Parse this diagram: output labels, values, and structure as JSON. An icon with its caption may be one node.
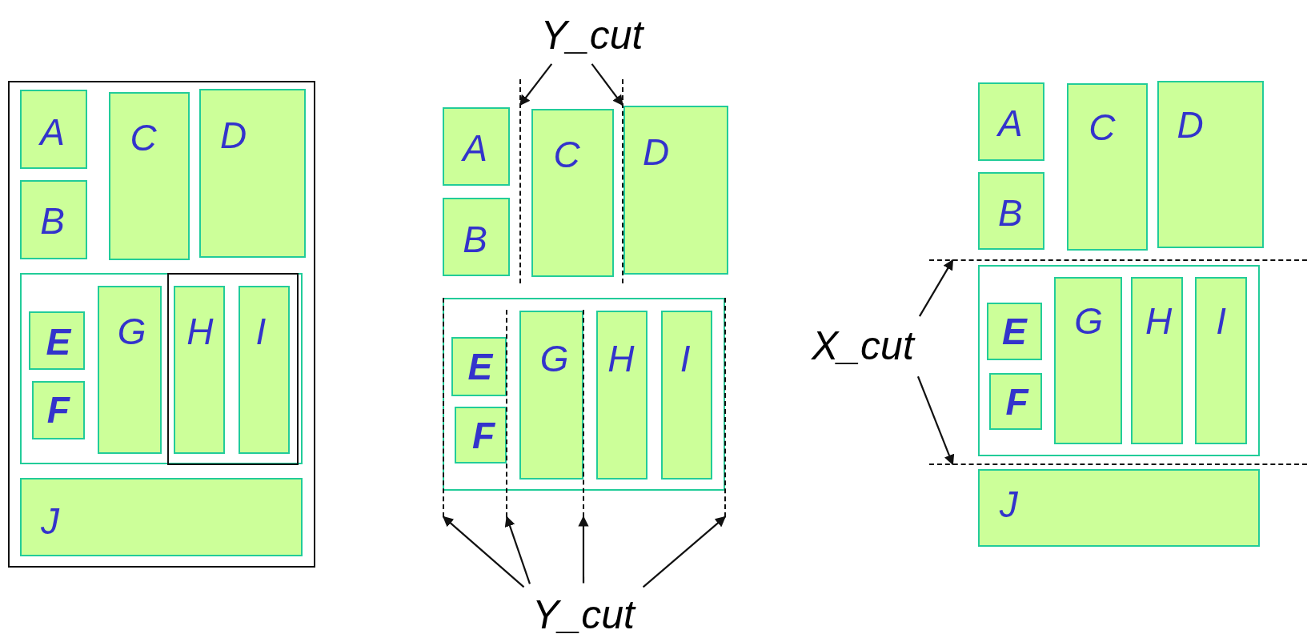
{
  "diagram": {
    "nodes": [
      {
        "text": [],
        "shape": "box"
      },
      {
        "text": [
          "A"
        ],
        "in": 0
      },
      {
        "text": [
          "B"
        ],
        "in": 0
      },
      {
        "text": [
          "C"
        ],
        "in": 0
      },
      {
        "text": [
          "D"
        ],
        "in": 0
      },
      {
        "text": [],
        "shape": "box",
        "in": 0
      },
      {
        "text": [
          "E"
        ],
        "in": 5
      },
      {
        "text": [
          "F"
        ],
        "in": 5
      },
      {
        "text": [
          "G"
        ],
        "in": 5
      },
      {
        "text": [],
        "shape": "box",
        "in": 5
      },
      {
        "text": [
          "H"
        ],
        "in": 9
      },
      {
        "text": [
          "I"
        ],
        "in": 9
      },
      {
        "text": [
          "J"
        ],
        "in": 0
      },
      {
        "text": [
          "Y_cut"
        ]
      },
      {
        "text": [],
        "shape": "line"
      },
      {
        "text": [],
        "shape": "line"
      },
      {
        "text": [
          "A"
        ]
      },
      {
        "text": [
          "B"
        ]
      },
      {
        "text": [
          "C"
        ]
      },
      {
        "text": [
          "D"
        ]
      },
      {
        "text": [],
        "shape": "box"
      },
      {
        "text": [
          "E"
        ],
        "in": 20
      },
      {
        "text": [
          "F"
        ],
        "in": 20
      },
      {
        "text": [
          "G"
        ],
        "in": 20
      },
      {
        "text": [
          "H"
        ],
        "in": 20
      },
      {
        "text": [
          "I"
        ],
        "in": 20
      },
      {
        "text": [],
        "shape": "line"
      },
      {
        "text": [],
        "shape": "line"
      },
      {
        "text": [],
        "shape": "line"
      },
      {
        "text": [],
        "shape": "line"
      },
      {
        "text": [
          "Y_cut"
        ]
      },
      {
        "text": [
          "A"
        ]
      },
      {
        "text": [
          "B"
        ]
      },
      {
        "text": [
          "C"
        ]
      },
      {
        "text": [
          "D"
        ]
      },
      {
        "text": [
          "X_cut"
        ]
      },
      {
        "text": [],
        "shape": "line"
      },
      {
        "text": [],
        "shape": "box"
      },
      {
        "text": [
          "E"
        ],
        "in": 37
      },
      {
        "text": [
          "F"
        ],
        "in": 37
      },
      {
        "text": [
          "G"
        ],
        "in": 37
      },
      {
        "text": [
          "H"
        ],
        "in": 37
      },
      {
        "text": [
          "I"
        ],
        "in": 37
      },
      {
        "text": [],
        "shape": "line"
      },
      {
        "text": [
          "J"
        ]
      }
    ],
    "edges": [
      {
        "from": 13,
        "to": 14,
        "arrow": "to"
      },
      {
        "from": 13,
        "to": 15,
        "arrow": "to"
      },
      {
        "from": 30,
        "to": 26,
        "arrow": "to"
      },
      {
        "from": 30,
        "to": 27,
        "arrow": "to"
      },
      {
        "from": 30,
        "to": 28,
        "arrow": "to"
      },
      {
        "from": 30,
        "to": 29,
        "arrow": "to"
      },
      {
        "from": 35,
        "to": 36,
        "arrow": "to"
      },
      {
        "from": 35,
        "to": 43,
        "arrow": "to"
      }
    ]
  }
}
